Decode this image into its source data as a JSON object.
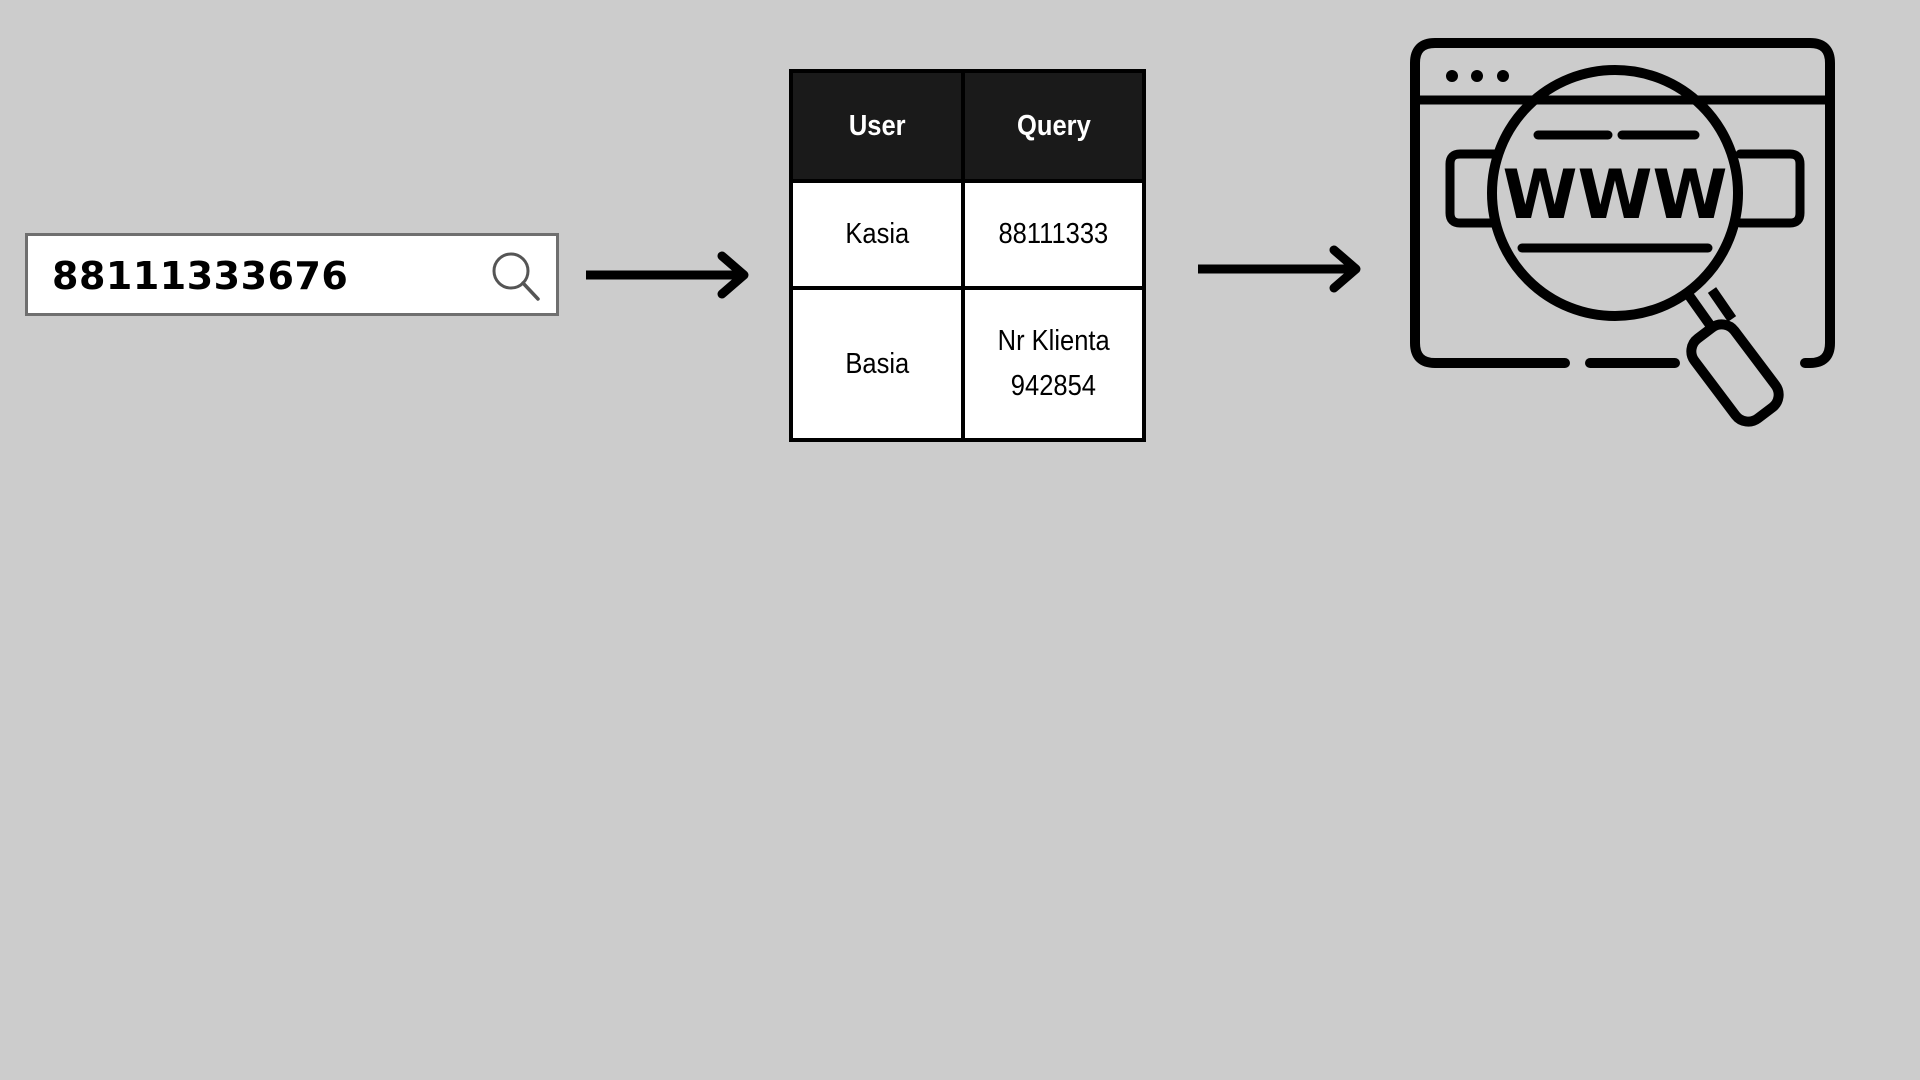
{
  "search": {
    "value": "88111333676",
    "icon": "search-icon"
  },
  "table": {
    "headers": [
      "User",
      "Query"
    ],
    "rows": [
      {
        "user": "Kasia",
        "query_lines": [
          "88111333"
        ]
      },
      {
        "user": "Basia",
        "query_lines": [
          "Nr Klienta",
          "942854"
        ]
      }
    ]
  },
  "website": {
    "label": "WWW",
    "icon": "web-search-icon"
  },
  "colors": {
    "background": "#cccccc",
    "header_fill": "#1a1a1a",
    "stroke": "#000000",
    "box_border": "#6f6f6f"
  }
}
